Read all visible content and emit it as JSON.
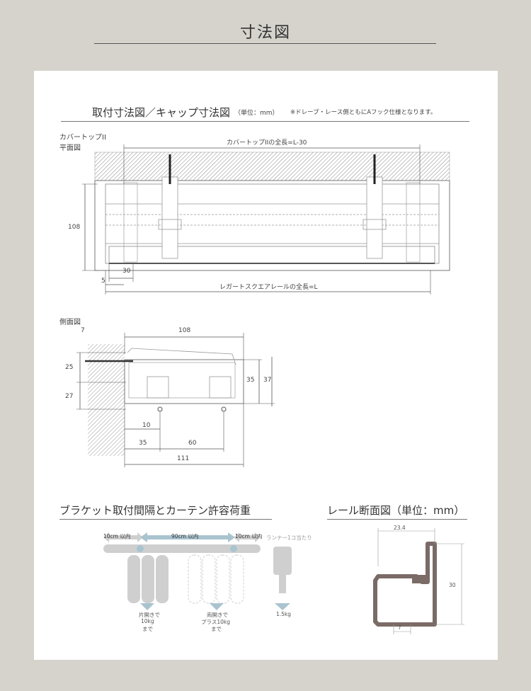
{
  "header": {
    "title": "寸法図"
  },
  "section1": {
    "title": "取付寸法図／キャップ寸法図",
    "unit": "（単位：mm）",
    "note": "※ドレープ・レース側ともにAフック仕様となります。"
  },
  "plan": {
    "product_name": "カバートップII",
    "view_name": "平面図",
    "dim_cover_length": "カバートップIIの全長=L-30",
    "dim_height": "108",
    "dim_30": "30",
    "dim_5": "5",
    "dim_rail_length": "レガートスクエアレールの全長=L"
  },
  "side": {
    "view_name": "側面図",
    "dim_7": "7",
    "dim_108": "108",
    "dim_25": "25",
    "dim_27": "27",
    "dim_35": "35",
    "dim_37": "37",
    "dim_10": "10",
    "dim_35b": "35",
    "dim_60": "60",
    "dim_111": "111"
  },
  "bracket": {
    "title": "ブラケット取付間隔とカーテン許容荷重",
    "left_spacing": "10cm 以内",
    "center_spacing": "90cm 以内",
    "right_spacing": "10cm 以内",
    "runner_label": "ランナー1コ当たり",
    "load_one_side_1": "片開きで",
    "load_one_side_2": "10kg",
    "load_one_side_3": "まで",
    "load_both_1": "両開きで",
    "load_both_2": "プラス10kg",
    "load_both_3": "まで",
    "runner_load": "1.5kg"
  },
  "section_rail": {
    "title": "レール断面図（単位：mm）",
    "dim_width": "23.4",
    "dim_height": "30",
    "dim_7": "7"
  },
  "colors": {
    "background": "#d6d3cd",
    "panel": "#ffffff",
    "line": "#555555",
    "rail_profile": "#7a6b66",
    "arrow_gray": "#cfcfcf",
    "arrow_blue": "#a9c4cf"
  }
}
